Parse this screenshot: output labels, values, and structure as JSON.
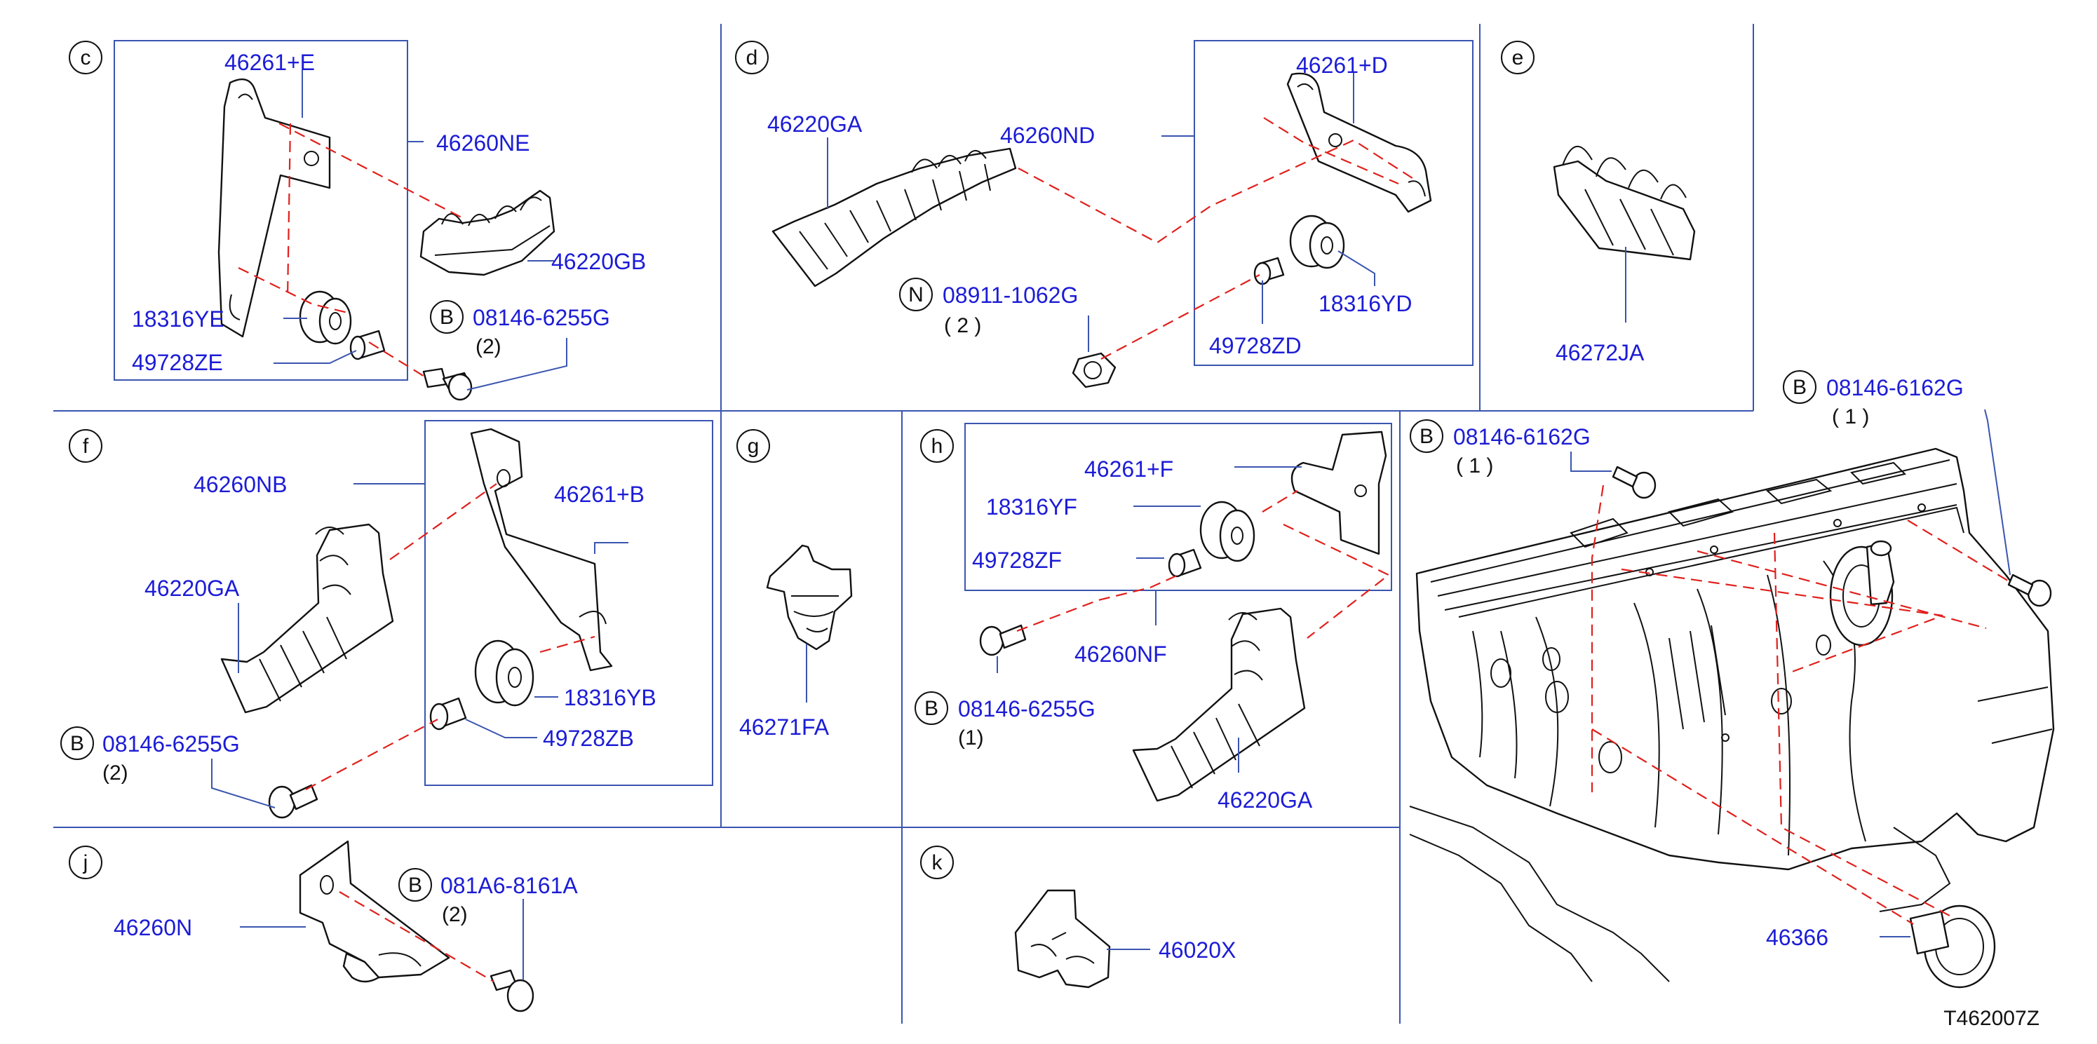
{
  "diagram_id": "T462007Z",
  "colors": {
    "part_number": "#1c1cd6",
    "grid_line": "#3a55b0",
    "dashed_line": "#e0201c",
    "outline": "#111111"
  },
  "sections": {
    "c": {
      "letter": "c",
      "parts": {
        "bracket": "46261+E",
        "assembly": "46260NE",
        "clip": "46220GB",
        "grommet": "18316YE",
        "collar": "49728ZE",
        "bolt": "08146-6255G",
        "bolt_prefix": "B",
        "bolt_qty": "(2)"
      }
    },
    "d": {
      "letter": "d",
      "parts": {
        "clip": "46220GA",
        "assembly": "46260ND",
        "bracket": "46261+D",
        "nut": "08911-1062G",
        "nut_prefix": "N",
        "nut_qty": "( 2 )",
        "grommet": "18316YD",
        "collar": "49728ZD"
      }
    },
    "e": {
      "letter": "e",
      "parts": {
        "clip": "46272JA"
      }
    },
    "f": {
      "letter": "f",
      "parts": {
        "assembly": "46260NB",
        "bracket": "46261+B",
        "clip": "46220GA",
        "grommet": "18316YB",
        "collar": "49728ZB",
        "bolt": "08146-6255G",
        "bolt_prefix": "B",
        "bolt_qty": "(2)"
      }
    },
    "g": {
      "letter": "g",
      "parts": {
        "clip": "46271FA"
      }
    },
    "h": {
      "letter": "h",
      "parts": {
        "bracket": "46261+F",
        "grommet": "18316YF",
        "collar": "49728ZF",
        "assembly": "46260NF",
        "bolt": "08146-6255G",
        "bolt_prefix": "B",
        "bolt_qty": "(1)",
        "clip": "46220GA"
      }
    },
    "j": {
      "letter": "j",
      "parts": {
        "assembly": "46260N",
        "bolt": "081A6-8161A",
        "bolt_prefix": "B",
        "bolt_qty": "(2)"
      }
    },
    "k": {
      "letter": "k",
      "parts": {
        "clip": "46020X"
      }
    },
    "main": {
      "bolt_left": "08146-6162G",
      "bolt_left_prefix": "B",
      "bolt_left_qty": "( 1 )",
      "bolt_right": "08146-6162G",
      "bolt_right_prefix": "B",
      "bolt_right_qty": "( 1 )",
      "grommet": "46366"
    }
  }
}
